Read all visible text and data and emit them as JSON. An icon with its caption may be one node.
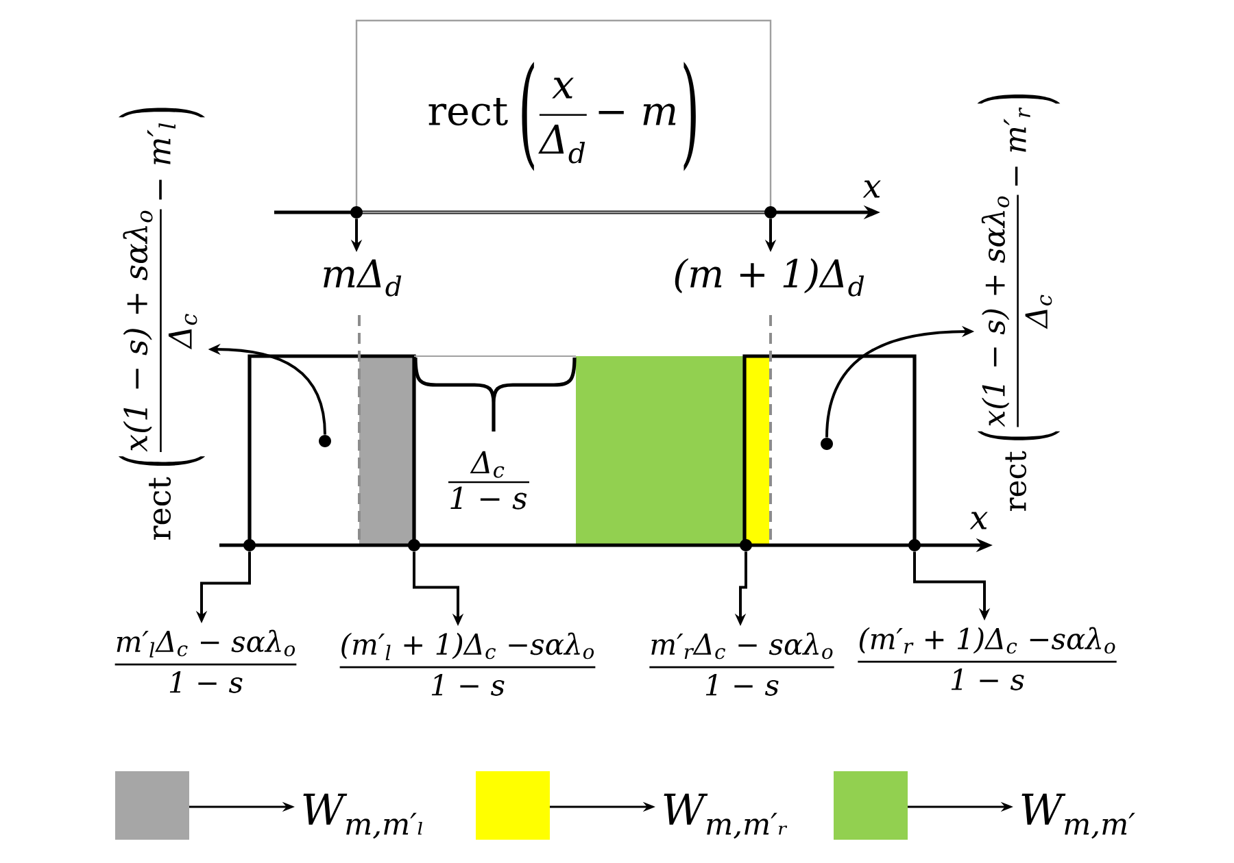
{
  "diagram": {
    "nodes": [
      {
        "text": [
          "rect",
          "(",
          "x",
          "Δ$_{d}$",
          "− m",
          ")"
        ]
      },
      {
        "text": [],
        "shape": "circle"
      },
      {
        "text": [],
        "shape": "circle"
      },
      {
        "text": [
          "mΔ$_{d}$"
        ]
      },
      {
        "text": [
          "(m + 1)Δ$_{d}$"
        ]
      },
      {
        "text": [
          "rect",
          "(",
          "x(1 − s) + sαλ$_{o}$",
          "Δ$_{c}$",
          "− m′$_{l}$",
          ")"
        ]
      },
      {
        "text": [
          "rect",
          "(",
          "x(1 − s) + sαλ$_{o}$",
          "Δ$_{c}$",
          "− m′$_{r}$",
          ")"
        ]
      },
      {
        "text": [],
        "shape": "circle"
      },
      {
        "text": [],
        "shape": "circle"
      },
      {
        "text": [],
        "shape": "circle"
      },
      {
        "text": [],
        "shape": "circle"
      },
      {
        "text": [],
        "shape": "circle"
      },
      {
        "text": [],
        "shape": "circle"
      },
      {
        "text": [
          "m′$_{l}$Δ$_{c}$ − sαλ$_{o}$",
          "1 − s"
        ]
      },
      {
        "text": [
          "(m′$_{l}$ + 1)Δ$_{c}$ −sαλ$_{o}$",
          "1 − s"
        ]
      },
      {
        "text": [
          "m′$_{r}$Δ$_{c}$ − sαλ$_{o}$",
          "1 − s"
        ]
      },
      {
        "text": [
          "(m′$_{r}$ + 1)Δ$_{c}$ −sαλ$_{o}$",
          "1 − s"
        ]
      }
    ],
    "edges": [
      {
        "from": 1,
        "to": 3,
        "arrow": "to"
      },
      {
        "from": 2,
        "to": 4,
        "arrow": "to"
      },
      {
        "from": 7,
        "to": 5,
        "arrow": "to"
      },
      {
        "from": 8,
        "to": 6,
        "arrow": "to"
      },
      {
        "from": 9,
        "to": 13,
        "arrow": "to"
      },
      {
        "from": 10,
        "to": 14,
        "arrow": "to"
      },
      {
        "from": 11,
        "to": 15,
        "arrow": "to"
      },
      {
        "from": 12,
        "to": 16,
        "arrow": "to"
      }
    ],
    "labels": [
      "x",
      "Δ$_{c}$",
      "1 − s",
      "x"
    ],
    "legend": [
      {
        "text": "W$_{m,m′ₗ}$",
        "color": "#a6a6a6"
      },
      {
        "text": "W$_{m,m′ᵣ}$",
        "color": "#ffff00"
      },
      {
        "text": "W$_{m,m′}$",
        "color": "#92d050"
      }
    ]
  }
}
